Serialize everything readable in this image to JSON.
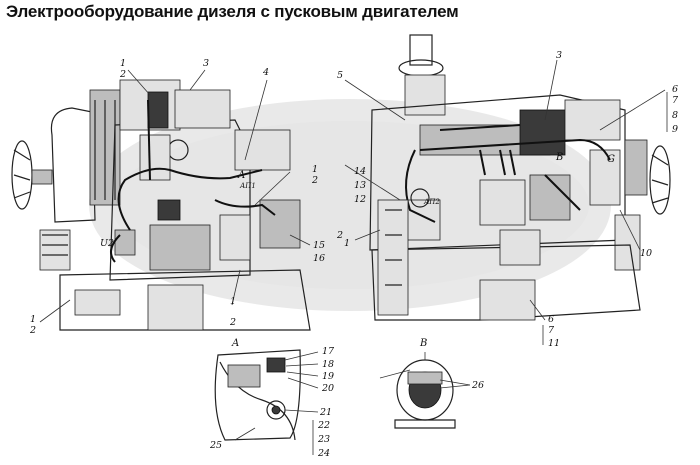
{
  "title": "Электрооборудование дизеля с пусковым двигателем",
  "labels": {
    "n1": "1",
    "n2": "2",
    "n3": "3",
    "n4": "4",
    "n5": "5",
    "n6": "6",
    "n7": "7",
    "n8": "8",
    "n9": "9",
    "n10": "10",
    "n11": "11",
    "n12": "12",
    "n13": "13",
    "n14": "14",
    "n15": "15",
    "n16": "16",
    "n17": "17",
    "n18": "18",
    "n19": "19",
    "n20": "20",
    "n21": "21",
    "n22": "22",
    "n23": "23",
    "n24": "24",
    "n25": "25",
    "n26": "26"
  },
  "callouts": {
    "A": "A",
    "B": "B",
    "G": "G",
    "U2": "U2",
    "Ap1": "АП1",
    "Ap2": "АП2"
  },
  "insets": {
    "view_a": "A",
    "view_b": "B"
  }
}
